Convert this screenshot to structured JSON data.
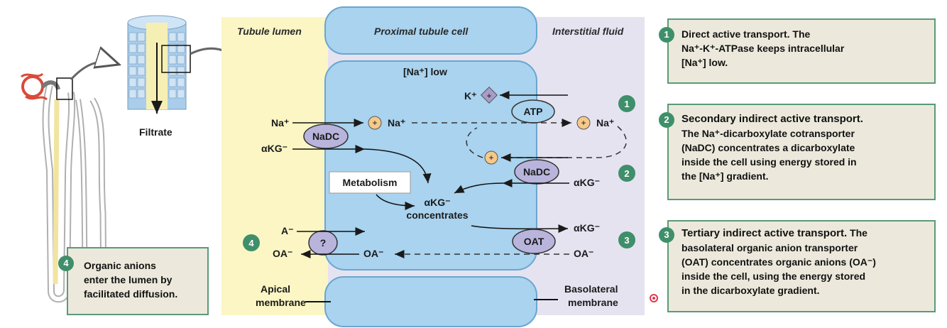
{
  "nephron": {
    "filtrate_label": "Filtrate"
  },
  "regions": {
    "lumen": "Tubule lumen",
    "cell": "Proximal tubule cell",
    "interstitial": "Interstitial fluid"
  },
  "membranes": {
    "apical": [
      "Apical",
      "membrane"
    ],
    "basolateral": [
      "Basolateral",
      "membrane"
    ]
  },
  "cell_labels": {
    "na_low": "[Na⁺] low",
    "k": "K⁺",
    "atp": "ATP",
    "na_in": "Na⁺",
    "na_mid": "Na⁺",
    "na_out": "Na⁺",
    "nadc_apical": "NaDC",
    "nadc_baso": "NaDC",
    "akg_in": "αKG⁻",
    "akg_baso_in": "αKG⁻",
    "akg_out": "αKG⁻",
    "metabolism": "Metabolism",
    "akg_conc": [
      "αKG⁻",
      "concentrates"
    ],
    "a_minus": "A⁻",
    "oa_lumen": "OA⁻",
    "oa_cell": "OA⁻",
    "oa_inter": "OA⁻",
    "unknown_transporter": "?",
    "oat": "OAT"
  },
  "step_numbers": [
    "1",
    "2",
    "3",
    "4"
  ],
  "panels": {
    "p1": {
      "num": "1",
      "title": "Direct active transport.",
      "lines": [
        "The",
        "Na⁺-K⁺-ATPase keeps intracellular",
        "[Na⁺] low."
      ]
    },
    "p2": {
      "num": "2",
      "title": "Secondary indirect active transport.",
      "lines": [
        "The Na⁺-dicarboxylate cotransporter",
        "(NaDC) concentrates a dicarboxylate",
        "inside the cell using energy stored in",
        "the [Na⁺] gradient."
      ]
    },
    "p3": {
      "num": "3",
      "title": "Tertiary indirect active transport.",
      "lines": [
        "The",
        "basolateral organic anion transporter",
        "(OAT) concentrates organic anions (OA⁻)",
        "inside the cell, using the energy stored",
        "in the dicarboxylate gradient."
      ]
    },
    "p4": {
      "num": "4",
      "lines": [
        "Organic anions",
        "enter the lumen by",
        "facilitated diffusion."
      ]
    }
  },
  "colors": {
    "lumen": "#fbf6c4",
    "cell": "#a9d3ef",
    "interstitial": "#e6e3f1",
    "panel_bg": "#ece9dc",
    "accent": "#3e8f6a",
    "transporter": "#b8b4dc"
  }
}
